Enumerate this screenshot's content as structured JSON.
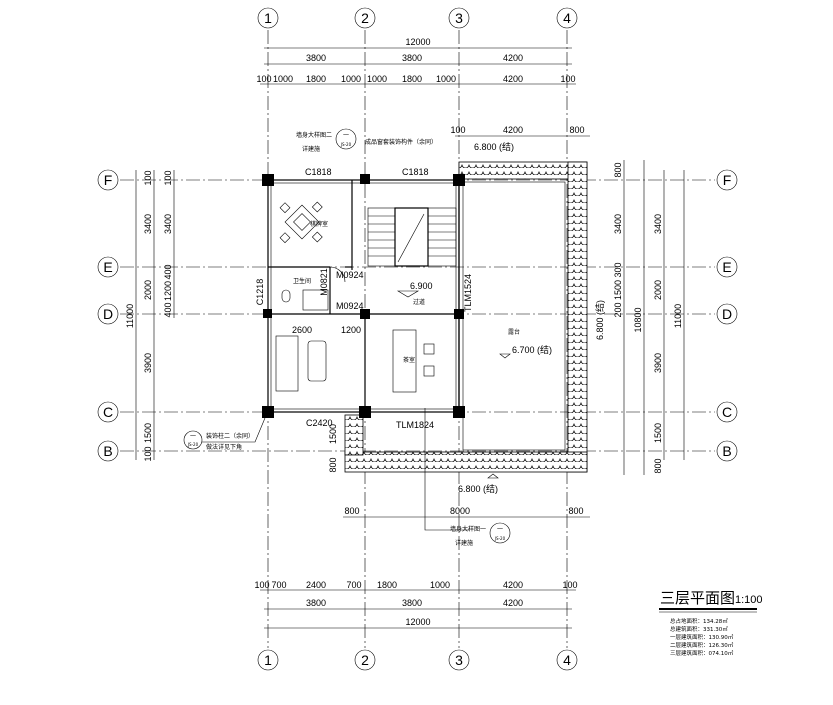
{
  "axes": {
    "cols": [
      "1",
      "2",
      "3",
      "4"
    ],
    "rows": [
      "F",
      "E",
      "D",
      "C",
      "B"
    ]
  },
  "dims_top": {
    "overall": "12000",
    "row2": [
      "3800",
      "3800",
      "4200"
    ],
    "row3": [
      "100",
      "1000",
      "1800",
      "1000",
      "1000",
      "1800",
      "1000",
      "4200",
      "100"
    ],
    "terrace": [
      "100",
      "4200",
      "800"
    ]
  },
  "dims_bottom": {
    "row1": [
      "100",
      "700",
      "2400",
      "700",
      "1800",
      "1000",
      "4200",
      "100"
    ],
    "row2": [
      "3800",
      "3800",
      "4200"
    ],
    "overall": "12000",
    "terrace": [
      "800",
      "8000",
      "800"
    ]
  },
  "dims_left": {
    "overall": "11000",
    "row2": [
      "100",
      "3400",
      "2000",
      "3900",
      "1500",
      "100"
    ],
    "row3": [
      "100",
      "3400",
      "400",
      "1200",
      "400"
    ]
  },
  "dims_right": {
    "overall": "11000",
    "row2": [
      "800",
      "3400",
      "300",
      "1500",
      "200"
    ],
    "row3": [
      "3400",
      "2000",
      "3900",
      "1500",
      "800"
    ],
    "terrace": "10800",
    "terrace_level": "6.800 (结)"
  },
  "labels": {
    "callout_top_1": "墙身大样图二",
    "callout_top_2": "详建施",
    "callout_top_sym": "一",
    "callout_top_ref": "JS-20",
    "window_note": "成品窗套装饰构件（余同）",
    "c1818_a": "C1818",
    "c1818_b": "C1818",
    "level_top": "6.800 (结)",
    "room_chess": "棋牌室",
    "room_bath": "卫生间",
    "m0924_a": "M0924",
    "m0924_b": "M0924",
    "m0821": "M0821",
    "c1218": "C1218",
    "level_hall": "6.900",
    "room_hall": "过道",
    "tlm1524": "TLM1524",
    "dim_2600": "2600",
    "dim_1200": "1200",
    "room_tea": "茶室",
    "room_terrace": "露台",
    "level_terrace": "6.700 (结)",
    "c2420": "C2420",
    "tlm1824": "TLM1824",
    "dim_1500": "1500",
    "dim_800": "800",
    "level_bottom": "6.800 (结)",
    "callout_left_1": "装饰柱二（余同）",
    "callout_left_2": "做法详见下角",
    "callout_left_sym": "一",
    "callout_left_ref": "JS-20",
    "callout_bot_1": "墙身大样图一",
    "callout_bot_2": "详建施",
    "callout_bot_sym": "一",
    "callout_bot_ref": "JS-20"
  },
  "title": {
    "name": "三层平面图",
    "scale": "1:100"
  },
  "stats": [
    "总占地面积：134.28㎡",
    "总建筑面积：331.30㎡",
    "一层建筑面积：130.90㎡",
    "二层建筑面积：126.30㎡",
    "三层建筑面积：074.10㎡"
  ]
}
